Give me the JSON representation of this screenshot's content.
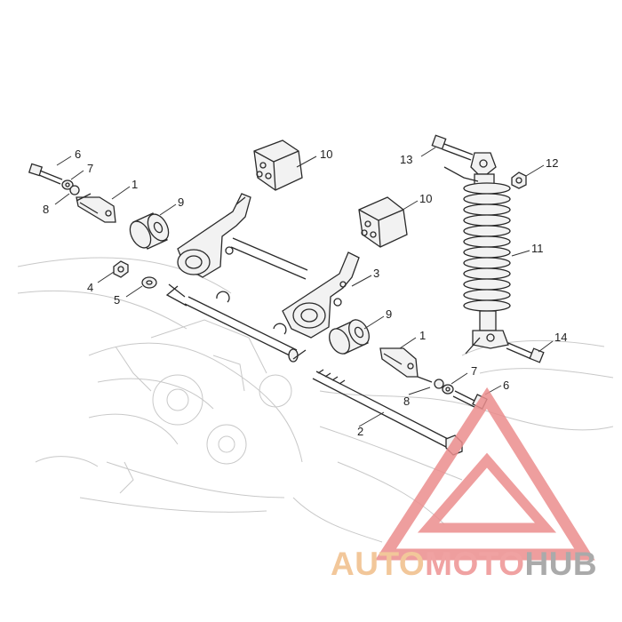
{
  "callouts": [
    {
      "id": "c6a",
      "label": "6"
    },
    {
      "id": "c7a",
      "label": "7"
    },
    {
      "id": "c8a",
      "label": "8"
    },
    {
      "id": "c1a",
      "label": "1"
    },
    {
      "id": "c9a",
      "label": "9"
    },
    {
      "id": "c4",
      "label": "4"
    },
    {
      "id": "c5",
      "label": "5"
    },
    {
      "id": "c10a",
      "label": "10"
    },
    {
      "id": "c10b",
      "label": "10"
    },
    {
      "id": "c3",
      "label": "3"
    },
    {
      "id": "c9b",
      "label": "9"
    },
    {
      "id": "c1b",
      "label": "1"
    },
    {
      "id": "c7b",
      "label": "7"
    },
    {
      "id": "c8b",
      "label": "8"
    },
    {
      "id": "c6b",
      "label": "6"
    },
    {
      "id": "c2",
      "label": "2"
    },
    {
      "id": "c13",
      "label": "13"
    },
    {
      "id": "c12",
      "label": "12"
    },
    {
      "id": "c11",
      "label": "11"
    },
    {
      "id": "c14",
      "label": "14"
    }
  ],
  "watermark": {
    "parts": [
      "AUTO",
      "MOTO",
      "HUB"
    ],
    "colors": {
      "auto": "#f2c79a",
      "moto": "#f0a2a2",
      "hub": "#aaaaaa",
      "triangle": "#ec8e8e"
    }
  }
}
